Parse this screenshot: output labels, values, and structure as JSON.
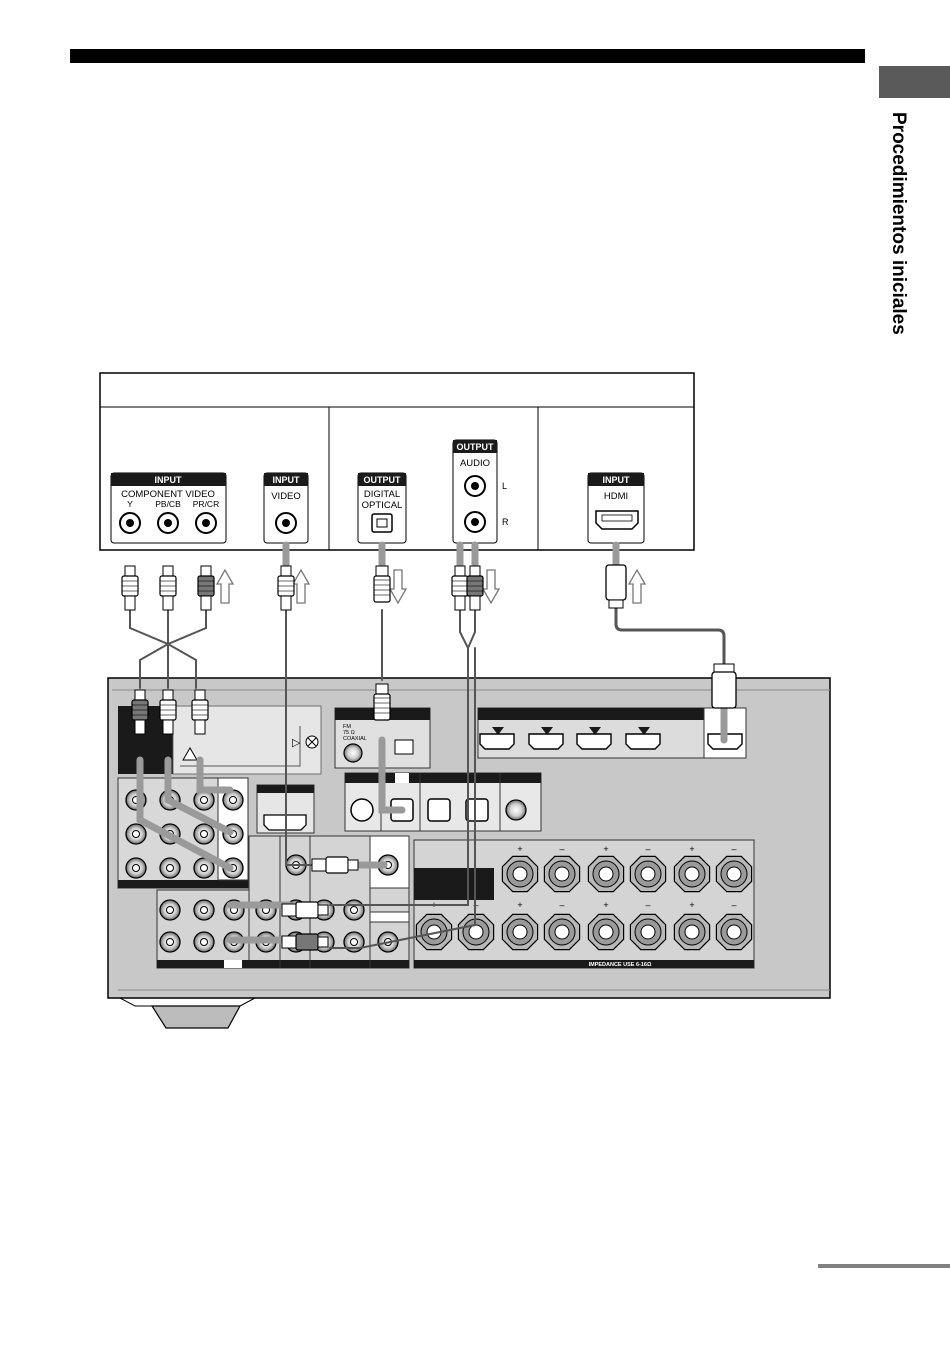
{
  "sidebar": {
    "section_title": "Procedimientos iniciales"
  },
  "source_panel": {
    "component_group": {
      "header": "INPUT",
      "line1": "COMPONENT VIDEO",
      "sub_y": "Y",
      "sub_pb": "PB/CB",
      "sub_pr": "PR/CR"
    },
    "video_group": {
      "header": "INPUT",
      "label": "VIDEO"
    },
    "optical_group": {
      "header": "OUTPUT",
      "line1": "DIGITAL",
      "line2": "OPTICAL"
    },
    "audio_group": {
      "header": "OUTPUT",
      "label": "AUDIO",
      "left": "L",
      "right": "R"
    },
    "hdmi_group": {
      "header": "INPUT",
      "label": "HDMI"
    }
  },
  "receiver": {
    "antenna_label_line1": "FM",
    "antenna_label_line2": "75 Ω",
    "antenna_label_line3": "COAXIAL",
    "impedance_note": "IMPEDANCE USE 6-16Ω",
    "speaker_plus": "+",
    "speaker_minus": "–"
  },
  "colors": {
    "bar": "#000000",
    "tab": "#5a5a5a",
    "receiver_body": "#c8c8c8",
    "dark_panel": "#1a1a1a",
    "cable": "#9a9a9a"
  }
}
